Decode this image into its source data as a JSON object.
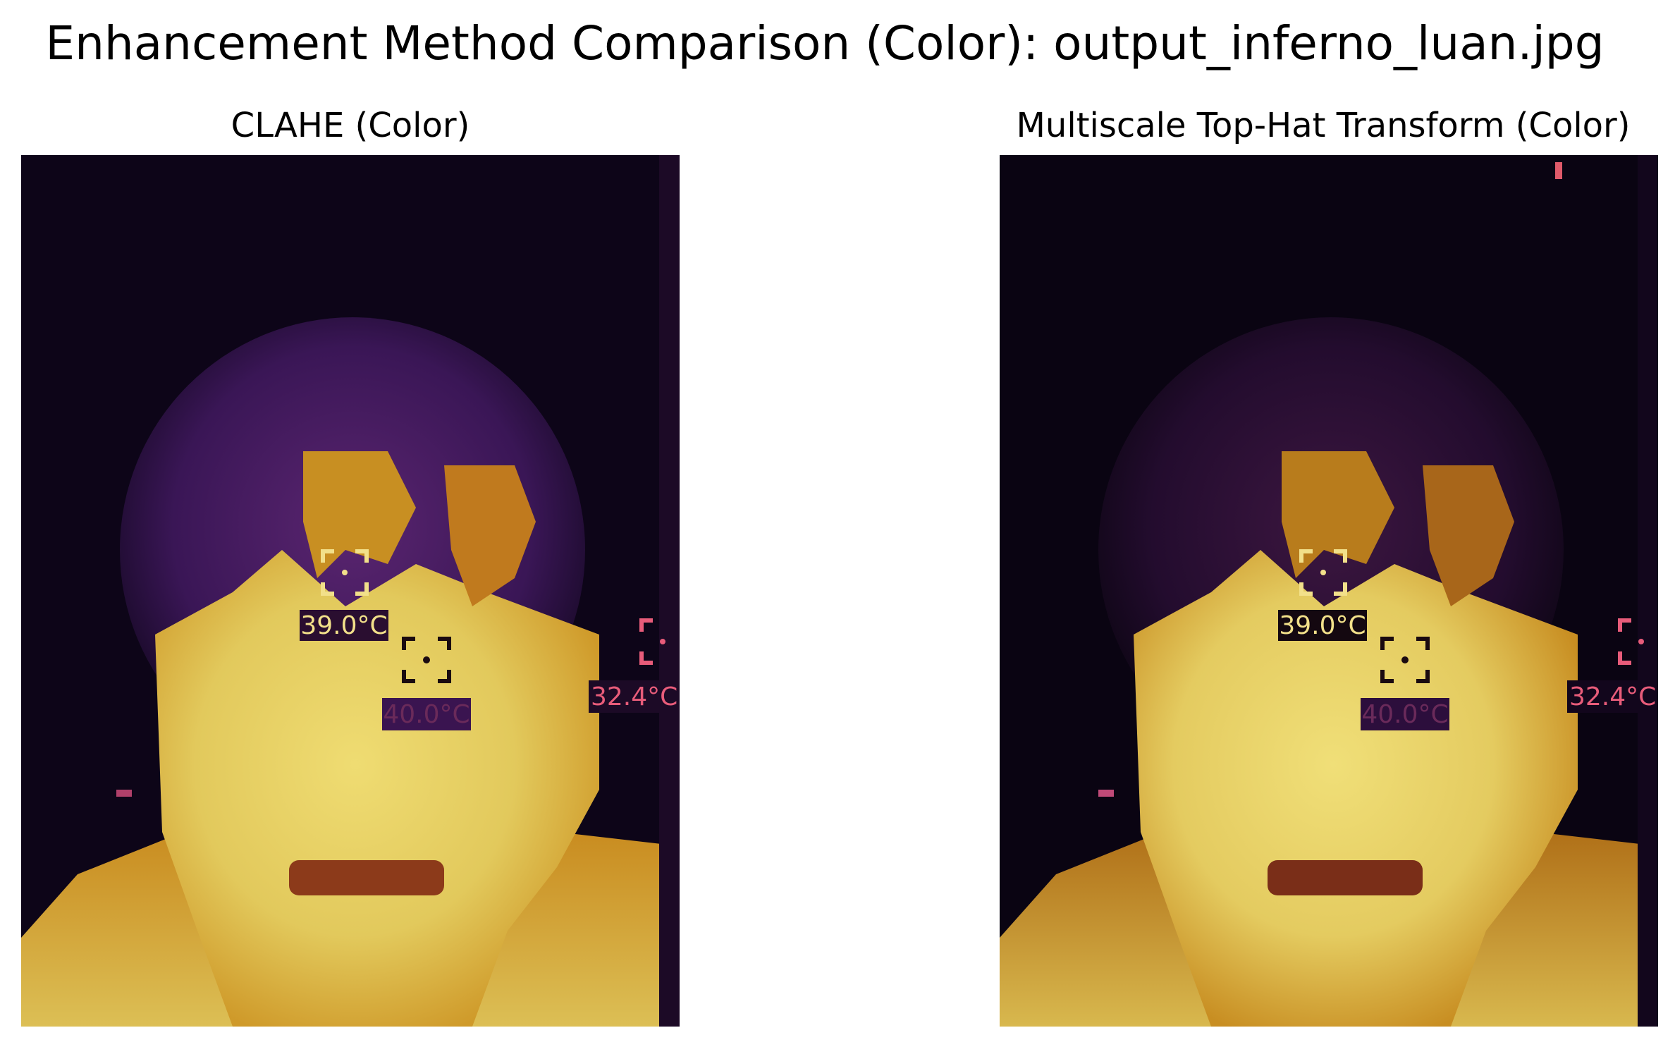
{
  "figure": {
    "title": "Enhancement Method Comparison (Color): output_inferno_luan.jpg"
  },
  "panels": [
    {
      "title": "CLAHE (Color)",
      "image": "thermal face image, inferno colormap, CLAHE enhanced",
      "readings": [
        "39.0°C",
        "40.0°C",
        "32.4°C"
      ]
    },
    {
      "title": "Multiscale Top-Hat Transform (Color)",
      "image": "thermal face image, inferno colormap, multiscale top-hat enhanced",
      "readings": [
        "39.0°C",
        "40.0°C",
        "32.4°C"
      ]
    }
  ],
  "colors": {
    "background": "#0d0518",
    "hair": "#3b1858",
    "skin_hot": "#ead36a",
    "skin_warm": "#c9921c",
    "marker_light": "#f2e08a",
    "marker_dark": "#1a0a10",
    "marker_pink": "#e85c7a"
  }
}
